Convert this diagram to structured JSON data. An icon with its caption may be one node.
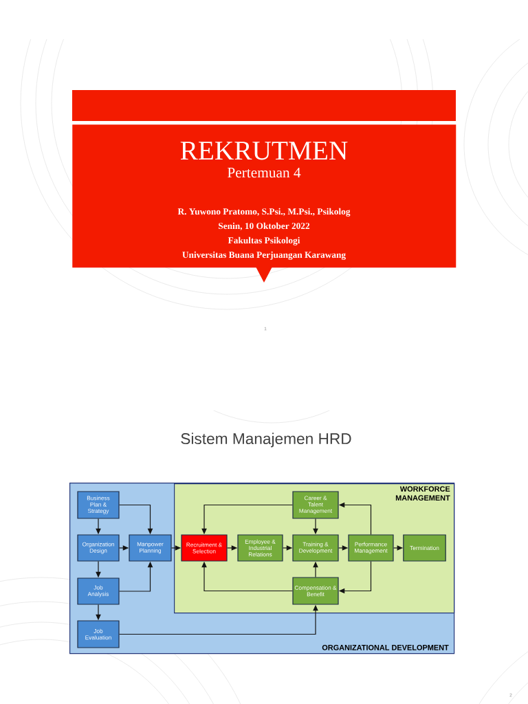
{
  "diagram": {
    "title": "Sistem Manajemen HRD",
    "nodes": [
      {
        "text": [],
        "shape": "bar"
      },
      {
        "text": [
          "REKRUTMEN",
          "Pertemuan 4",
          "R. Yuwono Pratomo, S.Psi., M.Psi., Psikolog",
          "Senin, 10 Oktober 2022",
          "Fakultas Psikologi",
          "Universitas Buana Perjuangan Karawang"
        ]
      },
      {
        "text": [
          "ORGANIZATIONAL DEVELOPMENT"
        ]
      },
      {
        "text": [
          "WORKFORCE MANAGEMENT"
        ],
        "in": 2
      },
      {
        "text": [
          "Business Plan & Strategy"
        ],
        "in": 2
      },
      {
        "text": [
          "Organization Design"
        ],
        "in": 2
      },
      {
        "text": [
          "Manpower Planning"
        ],
        "in": 2
      },
      {
        "text": [
          "Job Analysis"
        ],
        "in": 2
      },
      {
        "text": [
          "Job Evaluation"
        ],
        "in": 2
      },
      {
        "text": [
          "Career & Talent Management"
        ],
        "in": 3
      },
      {
        "text": [
          "Recruitment & Selection"
        ],
        "in": 3
      },
      {
        "text": [
          "Employee & Industrial Relations"
        ],
        "in": 3
      },
      {
        "text": [
          "Training & Development"
        ],
        "in": 3
      },
      {
        "text": [
          "Performance Management"
        ],
        "in": 3
      },
      {
        "text": [
          "Termination"
        ],
        "in": 3
      },
      {
        "text": [
          "Compensation & Benefit"
        ],
        "in": 3
      }
    ],
    "edges": [
      {
        "from": 4,
        "to": 5,
        "arrow": "to"
      },
      {
        "from": 4,
        "to": 6,
        "arrow": "to"
      },
      {
        "from": 5,
        "to": 6,
        "arrow": "to"
      },
      {
        "from": 5,
        "to": 7,
        "arrow": "to"
      },
      {
        "from": 7,
        "to": 6,
        "arrow": "to"
      },
      {
        "from": 7,
        "to": 8,
        "arrow": "to"
      },
      {
        "from": 6,
        "to": 10,
        "arrow": "to"
      },
      {
        "from": 8,
        "to": 15,
        "arrow": "to"
      },
      {
        "from": 9,
        "to": 10,
        "arrow": "to"
      },
      {
        "from": 9,
        "to": 12,
        "arrow": "to"
      },
      {
        "from": 10,
        "to": 11,
        "arrow": "to"
      },
      {
        "from": 11,
        "to": 12,
        "arrow": "to"
      },
      {
        "from": 12,
        "to": 13,
        "arrow": "to"
      },
      {
        "from": 13,
        "to": 14,
        "arrow": "to"
      },
      {
        "from": 13,
        "to": 9,
        "arrow": "to"
      },
      {
        "from": 13,
        "to": 15,
        "arrow": "to"
      },
      {
        "from": 15,
        "to": 12,
        "arrow": "to"
      },
      {
        "from": 15,
        "to": 10,
        "arrow": "to"
      }
    ],
    "labels": [
      "1",
      "2"
    ]
  }
}
